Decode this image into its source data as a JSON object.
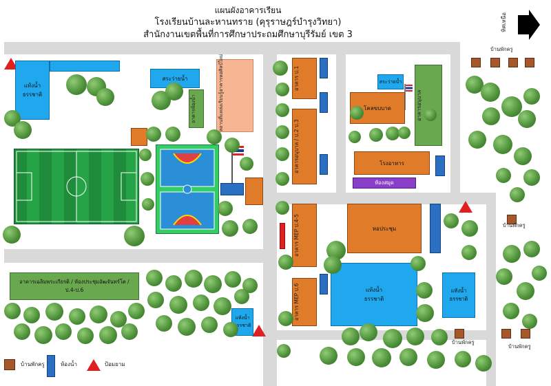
{
  "header": {
    "title_line1": "แผนผังอาคารเรียน",
    "title_line2": "โรงเรียนบ้านละหานทราย (คุรุราษฎร์บำรุงวิทยา)",
    "title_line3": "สำนักงานเขตพื้นที่การศึกษาประถมศึกษาบุรีรัมย์ เขต 3"
  },
  "compass": {
    "label": "ทิศเหนือ",
    "icon": "arrow-right-icon"
  },
  "buildings": {
    "water_tower_left": "แท้งน้ำ\nธรรชาติ",
    "pool": "สระว่ายน้ำ",
    "toilet_green": "อาคารห้องน้ำ",
    "library": "สถานที่แหล่งเรียนรู้อาคารหอศิลป์ใหม่",
    "building1": "อาคาร ป.1",
    "building_kg": "อาคารอนุบาล / ป.2 ป.3",
    "pool_right": "สระว่ายน้ำ",
    "canteen": "โคลขบบาด",
    "kindergarten": "อาคารอนุบาล",
    "cafeteria": "โรงอาหาร",
    "store": "ห้องสมุด",
    "mep_p": "อาคาร MEP ป.4-5",
    "mep_6": "อาคาร MEP ป.6",
    "hall": "หอประชุม",
    "long_building": "อาคารเฉลิมพระเกียรติ / ห้องประชุมอัฒจันทร์โต / ป.4-ป.6",
    "water_center": "แท้งน้ำ\nธรรชาติ",
    "water_right": "แท้งน้ำ\nธรรชาติ",
    "water_small": "แท้งน้ำ\nธรรชาติ"
  },
  "houses": {
    "top_right": "บ้านพักครู",
    "mid_right": "บ้านพักครู",
    "bottom_mid": "บ้านพักครู",
    "bottom_right": "บ้านพักครู"
  },
  "legend": {
    "house": "บ้านพักครู",
    "toilet": "ห้องน้ำ",
    "guard": "ป้อมยาม"
  },
  "colors": {
    "road": "#d9d9d9",
    "orange_building": "#e07b2a",
    "blue_building": "#1fa8ee",
    "green_building": "#6aa84f",
    "field": "#1a8a3a",
    "court": "#2ecc71"
  }
}
